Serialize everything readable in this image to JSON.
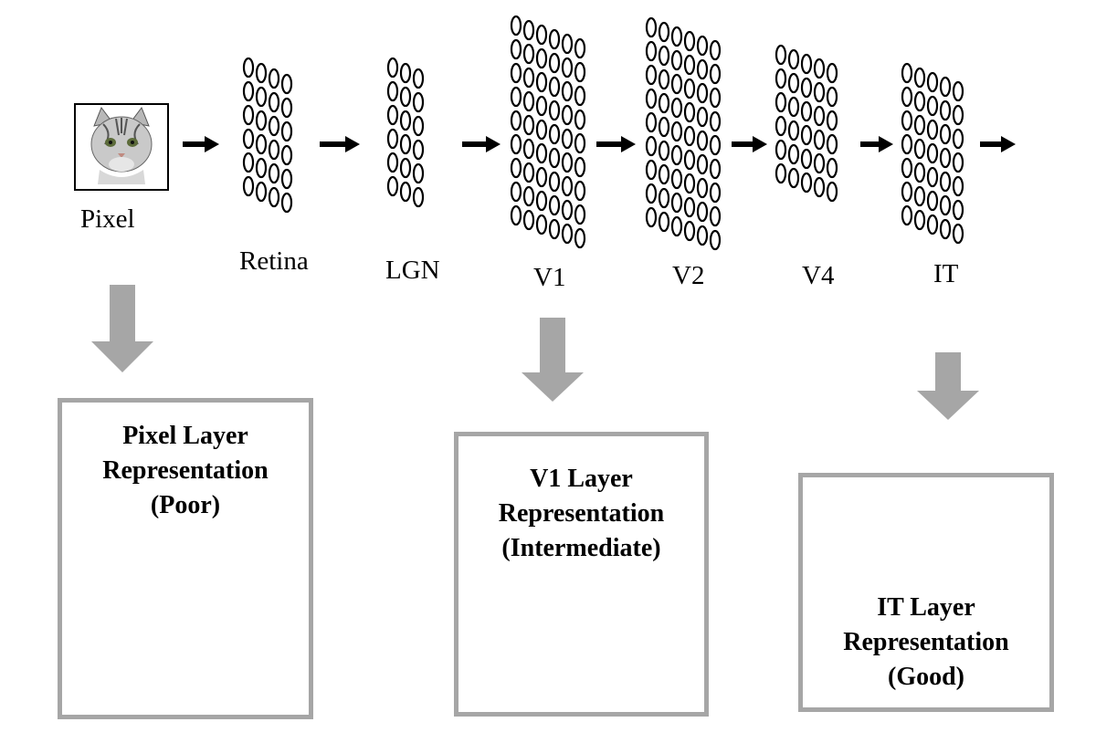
{
  "stages": [
    "Pixel",
    "Retina",
    "LGN",
    "V1",
    "V2",
    "V4",
    "IT"
  ],
  "boxes": {
    "pixel": {
      "line1": "Pixel Layer",
      "line2": "Representation",
      "line3": "(Poor)"
    },
    "v1": {
      "line1": "V1 Layer",
      "line2": "Representation",
      "line3": "(Intermediate)"
    },
    "it": {
      "line1": "IT Layer",
      "line2": "Representation",
      "line3": "(Good)"
    }
  },
  "colors": {
    "box_border": "#a6a6a6",
    "down_arrow": "#a6a6a6",
    "flow_arrow": "#000000",
    "manifold_light": "#d8c8ef",
    "manifold_blue": "#3f7ed8",
    "manifold_dark": "#6a1f5e"
  },
  "icons": [
    "cat-photo",
    "dog-photo",
    "neuron-grid",
    "manifold-surface"
  ]
}
